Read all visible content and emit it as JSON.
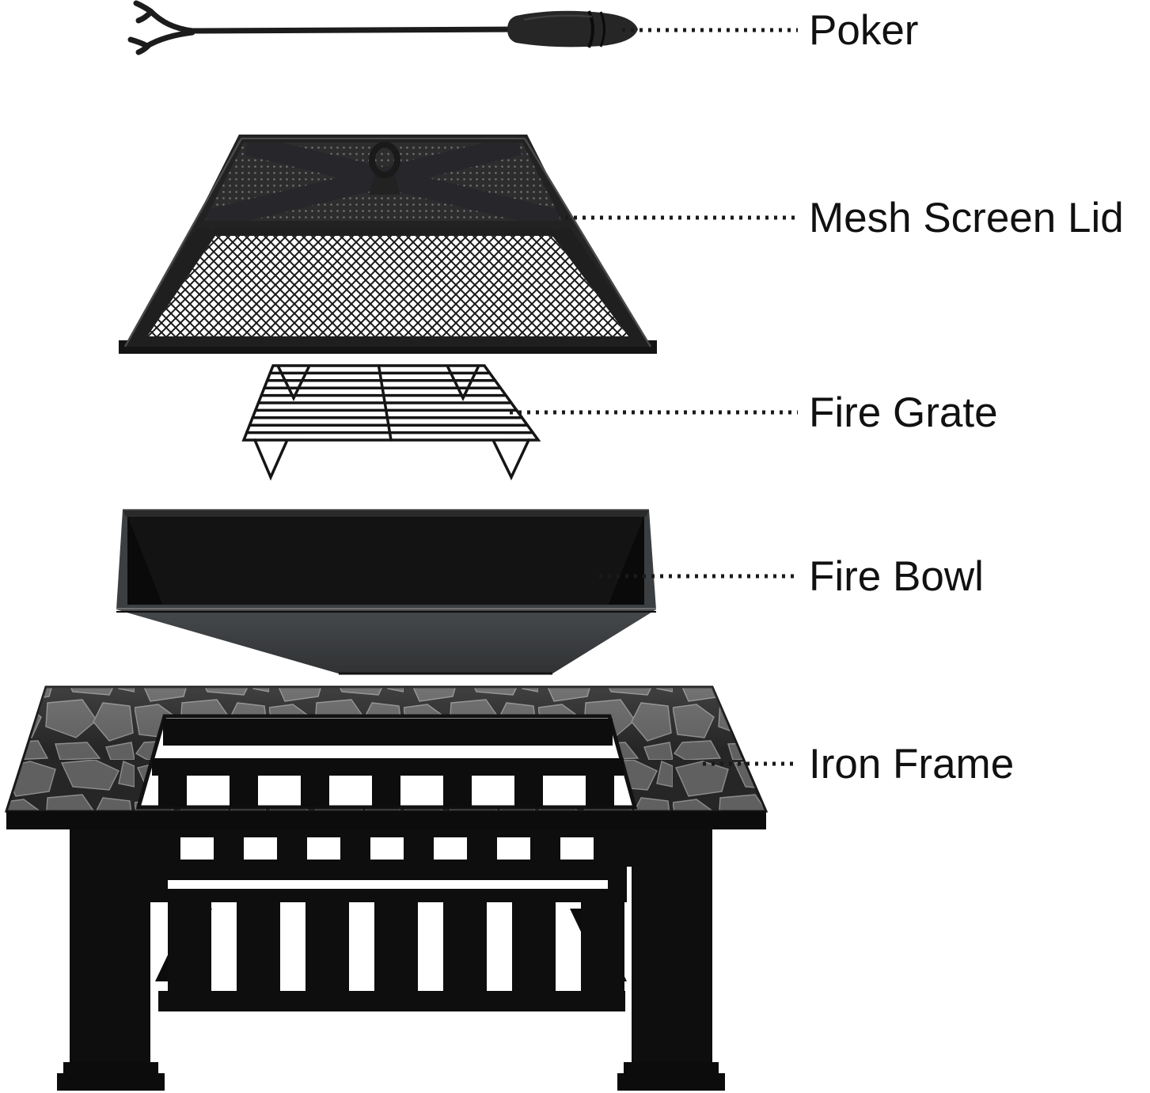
{
  "diagram": {
    "parts": [
      {
        "id": "poker",
        "label": "Poker"
      },
      {
        "id": "mesh-screen-lid",
        "label": "Mesh Screen Lid"
      },
      {
        "id": "fire-grate",
        "label": "Fire Grate"
      },
      {
        "id": "fire-bowl",
        "label": "Fire Bowl"
      },
      {
        "id": "iron-frame",
        "label": "Iron Frame"
      }
    ],
    "colors": {
      "background": "#ffffff",
      "label_text": "#111111",
      "leader_line": "#1a1a1a",
      "metal_dark": "#1c1c1c",
      "stone_gray": "#606060",
      "bowl_gray": "#3c3f41"
    }
  }
}
